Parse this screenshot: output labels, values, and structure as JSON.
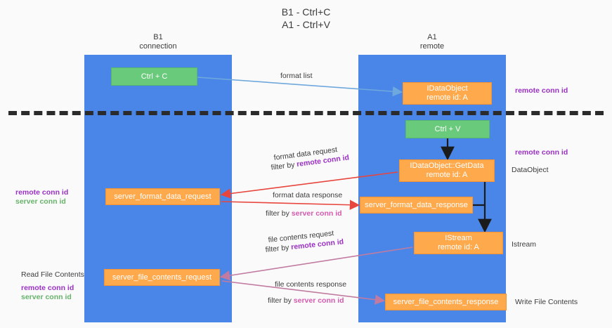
{
  "title": {
    "line1": "B1 - Ctrl+C",
    "line2": "A1 - Ctrl+V"
  },
  "lanes": [
    {
      "id": "b1",
      "name": "B1",
      "role": "connection"
    },
    {
      "id": "a1",
      "name": "A1",
      "role": "remote"
    }
  ],
  "nodes": {
    "ctrl_c": {
      "label": "Ctrl + C",
      "sub": "",
      "color": "#6aca7c"
    },
    "ctrl_v": {
      "label": "Ctrl + V",
      "sub": "",
      "color": "#6aca7c"
    },
    "idataobject": {
      "label": "IDataObject",
      "sub": "remote id: A",
      "color": "#ffa94d"
    },
    "getdata": {
      "label": "IDataObject::GetData",
      "sub": "remote id: A",
      "color": "#ffa94d"
    },
    "istream": {
      "label": "IStream",
      "sub": "remote id: A",
      "color": "#ffa94d"
    },
    "format_request": {
      "label": "server_format_data_request",
      "color": "#ffa94d"
    },
    "format_response": {
      "label": "server_format_data_response",
      "color": "#ffa94d"
    },
    "file_request": {
      "label": "server_file_contents_request",
      "color": "#ffa94d"
    },
    "file_response": {
      "label": "server_file_contents_response",
      "color": "#ffa94d"
    }
  },
  "edge_labels": {
    "format_list": "format list",
    "format_data_request": "format data request",
    "format_data_request_filter_prefix": "filter by ",
    "format_data_request_filter_key": "remote conn id",
    "format_data_response": "format data response",
    "format_data_response_filter_prefix": "filter by ",
    "format_data_response_filter_key": "server conn id",
    "file_contents_request": "file contents request",
    "file_contents_request_filter_prefix": "filter by ",
    "file_contents_request_filter_key": "remote conn id",
    "file_contents_response": "file contents response",
    "file_contents_response_filter_prefix": "filter by ",
    "file_contents_response_filter_key": "server conn id"
  },
  "annotations": {
    "right_remote_conn_id_1": "remote conn id",
    "right_remote_conn_id_2": "remote conn id",
    "right_dataobject": "DataObject",
    "right_istream": "Istream",
    "right_write_file": "Write File Contents",
    "left_remote_conn_id": "remote conn id",
    "left_server_conn_id": "server conn id",
    "left_read_file": "Read File Contents",
    "left_remote_conn_id_2": "remote conn id",
    "left_server_conn_id_2": "server conn id"
  },
  "colors": {
    "lane": "#4a86e8",
    "green_node": "#6aca7c",
    "orange_node": "#ffa94d",
    "purple_key": "#9b30c4",
    "green_key": "#67b36b",
    "pink_key": "#d45ab0",
    "red_arrow": "#e8453c",
    "blue_arrow": "#6fa8dc",
    "magenta_arrow": "#c27ba0",
    "dark_arrow": "#1b1b1b",
    "divider": "#2b2b2b",
    "background": "#fafafa"
  }
}
